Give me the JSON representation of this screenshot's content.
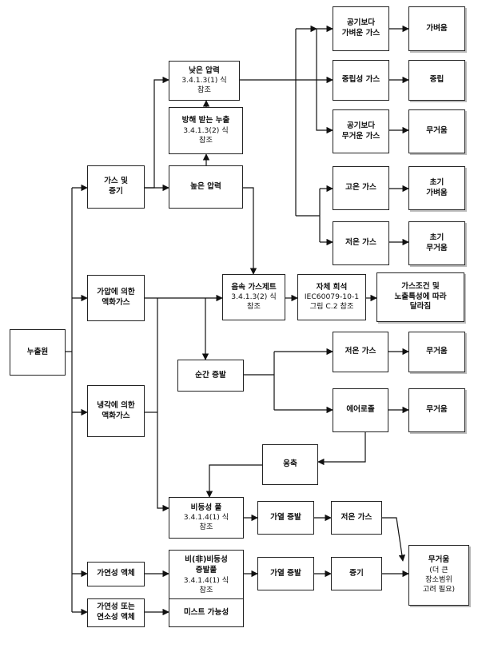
{
  "nodes": {
    "source": {
      "label": "누출원"
    },
    "gas_vapor": {
      "label": "가스 및\n증기"
    },
    "pressurized_liq": {
      "label": "가압에 의한\n액화가스"
    },
    "refrigerated_liq": {
      "label": "냉각에 의한\n액화가스"
    },
    "flam_liquid": {
      "label": "가연성 액체"
    },
    "flam_comb_liquid": {
      "label": "가연성 또는\n연소성 액체"
    },
    "low_pressure": {
      "label": "낮은 압력",
      "ref": "3.4.1.3(1) 식\n참조"
    },
    "obstructed": {
      "label": "방해 받는 누출",
      "ref": "3.4.1.3(2) 식\n참조"
    },
    "high_pressure": {
      "label": "높은 압력"
    },
    "sonic_jet": {
      "label": "음속 가스제트",
      "ref": "3.4.1.3(2) 식\n참조"
    },
    "self_dilution": {
      "label": "자체 희석",
      "ref": "IEC60079-10-1\n그림 C.2 참조"
    },
    "depends": {
      "label": "가스조건 및\n노출특성에 따라\n달라짐"
    },
    "lighter_gas": {
      "label": "공기보다\n가벼운 가스"
    },
    "neutral_gas": {
      "label": "중립성 가스"
    },
    "heavier_gas": {
      "label": "공기보다\n무거운 가스"
    },
    "hot_gas": {
      "label": "고온 가스"
    },
    "cold_gas1": {
      "label": "저온 가스"
    },
    "r_light": {
      "label": "가벼움"
    },
    "r_neutral": {
      "label": "중립"
    },
    "r_heavy1": {
      "label": "무거움"
    },
    "r_init_light": {
      "label": "초기\n가벼움"
    },
    "r_init_heavy": {
      "label": "초기\n무거움"
    },
    "flash": {
      "label": "순간 증발"
    },
    "cold_gas2": {
      "label": "저온 가스"
    },
    "aerosol": {
      "label": "에어로졸"
    },
    "r_heavy2": {
      "label": "무거움"
    },
    "r_heavy3": {
      "label": "무거움"
    },
    "condense": {
      "label": "응축"
    },
    "boiling_pool": {
      "label": "비등성 풀",
      "ref": "3.4.1.4(1) 식\n참조"
    },
    "evap1": {
      "label": "가열 증발"
    },
    "cold_gas3": {
      "label": "저온 가스"
    },
    "nonboiling_pool": {
      "label": "비(非)비등성\n증발풀",
      "ref": "3.4.1.4(1) 식\n참조"
    },
    "evap2": {
      "label": "가열 증발"
    },
    "vapor": {
      "label": "증기"
    },
    "r_heavy_final": {
      "label": "무거움",
      "ref": "(더 큰\n장소범위\n고려 필요)"
    },
    "mist": {
      "label": "미스트 가능성"
    }
  }
}
